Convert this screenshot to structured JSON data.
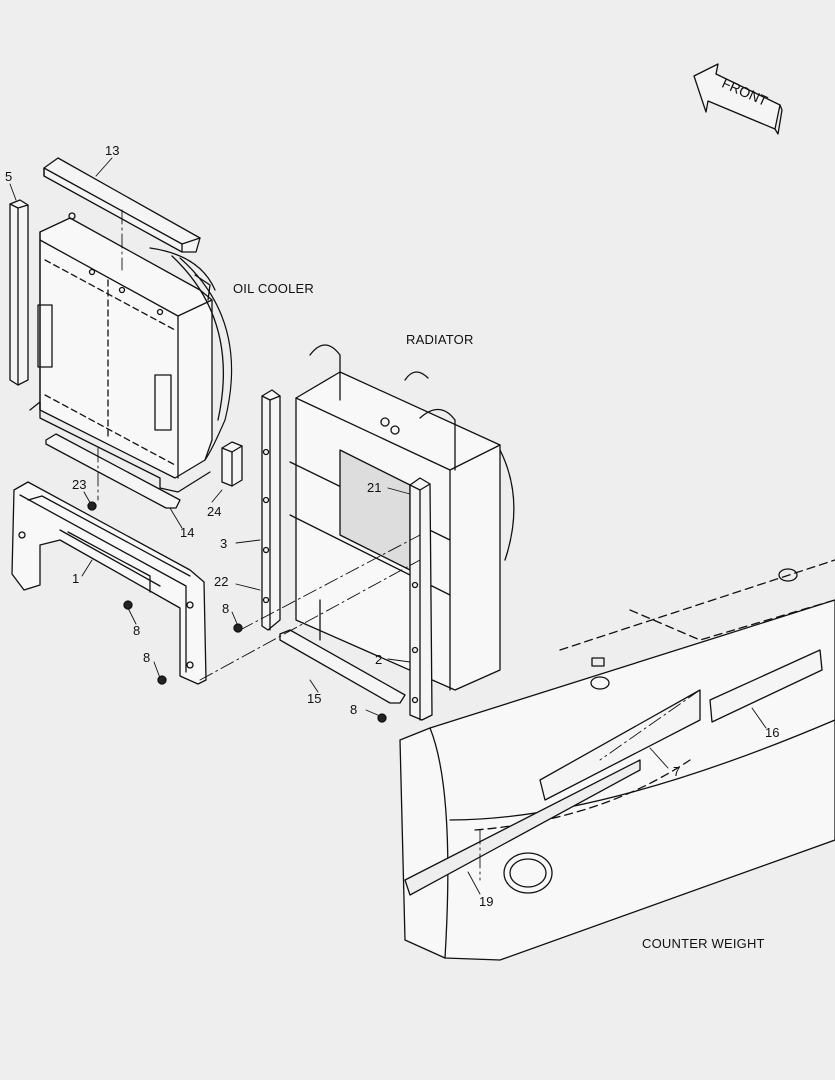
{
  "captions": {
    "oil_cooler": "OIL COOLER",
    "radiator": "RADIATOR",
    "counter_weight": "COUNTER WEIGHT",
    "front": "FRONT"
  },
  "part_numbers": [
    "13",
    "5",
    "23",
    "24",
    "14",
    "1",
    "21",
    "3",
    "22",
    "8",
    "8",
    "8",
    "2",
    "15",
    "8",
    "16",
    "7",
    "19"
  ],
  "colors": {
    "background": "#eeeeee",
    "line": "#111111"
  }
}
